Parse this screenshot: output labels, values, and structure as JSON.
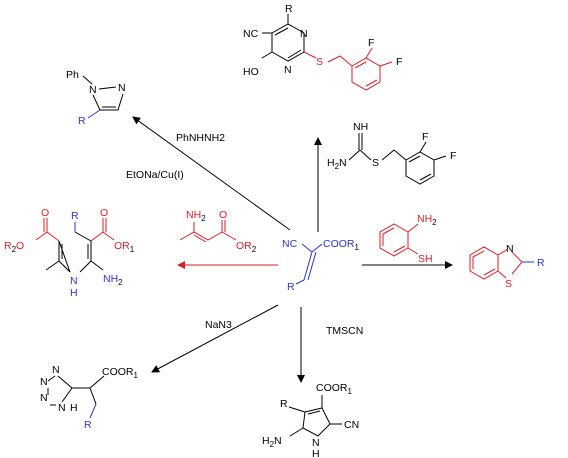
{
  "colors": {
    "black": "#000000",
    "blue": "#2a35c8",
    "red": "#d4202a"
  },
  "center": {
    "nc": "NC",
    "coor": "COOR",
    "sub1": "1",
    "r": "R"
  },
  "pyrimidine": {
    "r": "R",
    "nc": "NC",
    "n_top": "N",
    "n_bottom": "N",
    "ho": "HO",
    "s": "S",
    "f1": "F",
    "f2": "F"
  },
  "isothiourea": {
    "nh": "NH",
    "h2n": "H",
    "h2n_sub": "2",
    "h2n_n": "N",
    "s": "S",
    "f1": "F",
    "f2": "F"
  },
  "pyrazole": {
    "ph": "Ph",
    "n1": "N",
    "n2": "N",
    "r": "R"
  },
  "dihydropyridine": {
    "r": "R",
    "o_left": "O",
    "o_right": "O",
    "r2o": "R",
    "r2o_sub": "2",
    "r2o_o": "O",
    "or1_o": "O",
    "or1": "R",
    "or1_sub": "1",
    "nh": "N",
    "h": "H",
    "nh2": "NH",
    "nh2_sub": "2"
  },
  "enamine": {
    "nh2": "NH",
    "nh2_sub": "2",
    "o": "O",
    "or2_o": "O",
    "or2": "R",
    "or2_sub": "2"
  },
  "aminothiophenol": {
    "nh2": "NH",
    "nh2_sub": "2",
    "sh": "SH"
  },
  "benzothiazole": {
    "n": "N",
    "s": "S",
    "r": "R"
  },
  "tetrazole": {
    "n1": "N",
    "n2": "N",
    "n3": "N",
    "nh": "N",
    "h": "H",
    "coor": "COOR",
    "sub1": "1",
    "r": "R"
  },
  "pyrrole": {
    "coor": "COOR",
    "sub1": "1",
    "r": "R",
    "cn": "CN",
    "h2n": "H",
    "h2n_sub": "2",
    "h2n_n": "N",
    "nh": "N",
    "h": "H"
  },
  "reagents": {
    "phnhnh2": "PhNHNH2",
    "etona": "EtONa/Cu(I)",
    "nan3": "NaN3",
    "tmscn": "TMSCN"
  }
}
